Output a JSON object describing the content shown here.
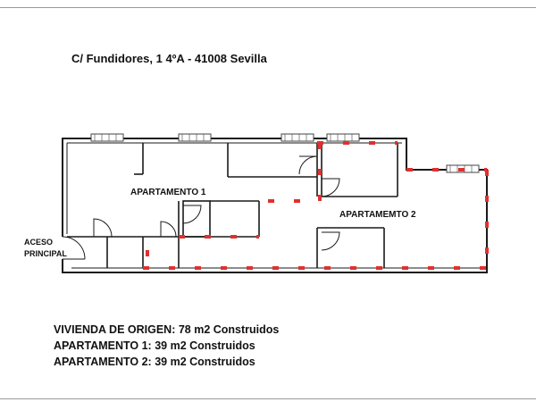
{
  "title": "C/ Fundidores, 1 4ºA - 41008 Sevilla",
  "plan": {
    "labels": {
      "apt1": "APARTAMENTO 1",
      "apt2": "APARTAMEMTO 2",
      "entrance_line1": "ACESO",
      "entrance_line2": "PRINCIPAL"
    },
    "colors": {
      "walls": "#1a1a1a",
      "new_partitions": "#e03030",
      "windows": "#555555"
    }
  },
  "summary": [
    {
      "label": "VIVIENDA DE ORIGEN:",
      "value": "78 m2 Construidos"
    },
    {
      "label": "APARTAMENTO 1:",
      "value": "39 m2 Construidos"
    },
    {
      "label": "APARTAMENTO 2:",
      "value": "39 m2 Construidos"
    }
  ]
}
